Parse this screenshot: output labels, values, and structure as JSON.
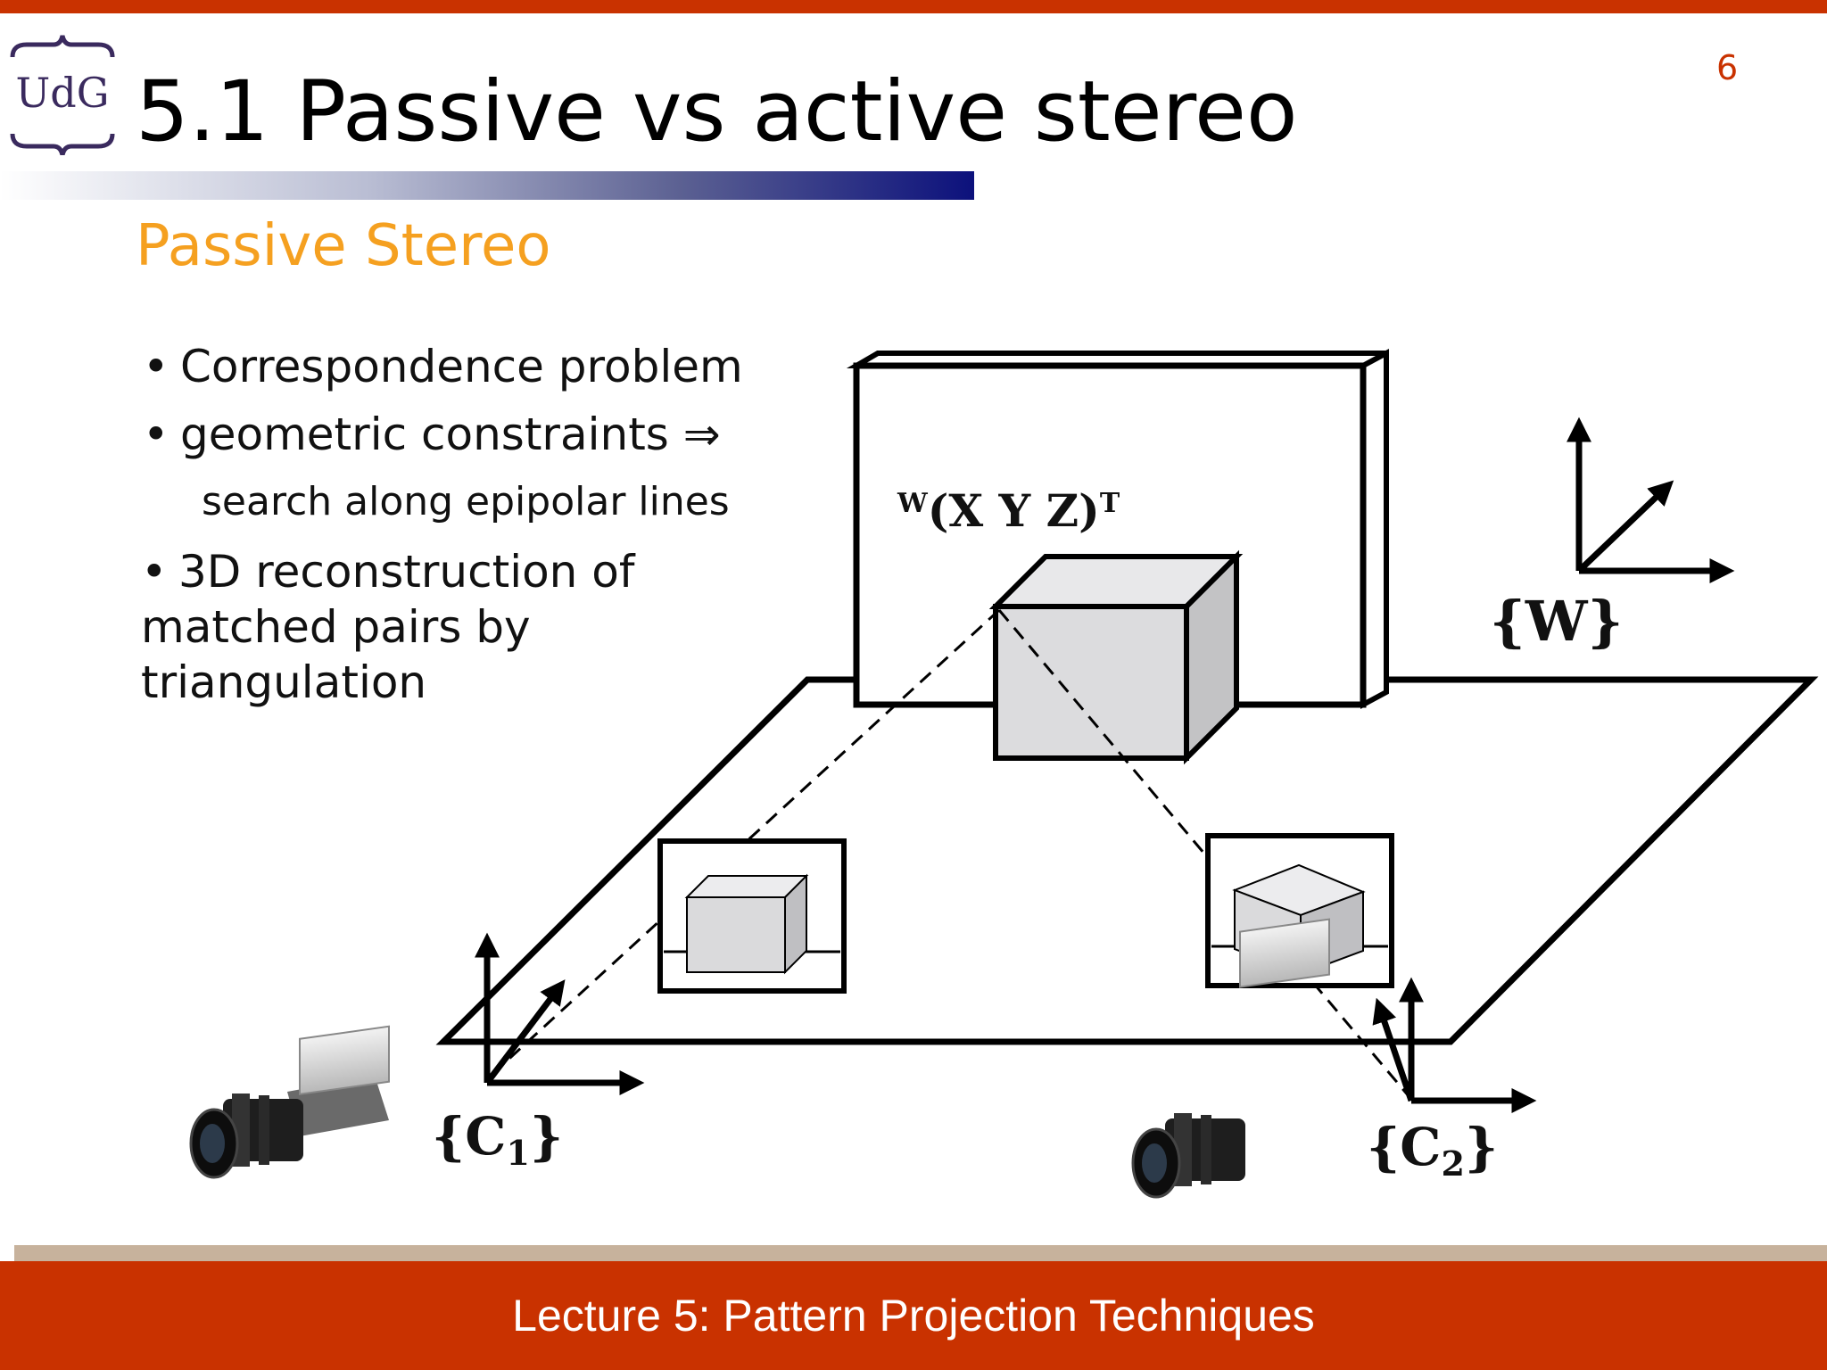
{
  "header": {
    "logo_text": "UdG",
    "title": "5.1 Passive vs active stereo",
    "page_number": "6"
  },
  "section": {
    "subtitle": "Passive Stereo"
  },
  "bullets": {
    "b1": "Correspondence problem",
    "b2": "geometric constraints ⇒",
    "b2_sub": "search along epipolar lines",
    "b3": "3D reconstruction of matched pairs by triangulation"
  },
  "diagram": {
    "point_label": {
      "pre_sup": "W",
      "main": "(X Y Z)",
      "post_sup": "T"
    },
    "world_frame": "{W}",
    "camera1_frame": {
      "open": "{C",
      "sub": "1",
      "close": "}"
    },
    "camera2_frame": {
      "open": "{C",
      "sub": "2",
      "close": "}"
    }
  },
  "footer": {
    "text": "Lecture 5: Pattern Projection Techniques"
  },
  "colors": {
    "accent_red": "#c93200",
    "subtitle_orange": "#f5a020",
    "logo_purple": "#3a2a5e",
    "gradient_navy": "#0c117c"
  }
}
